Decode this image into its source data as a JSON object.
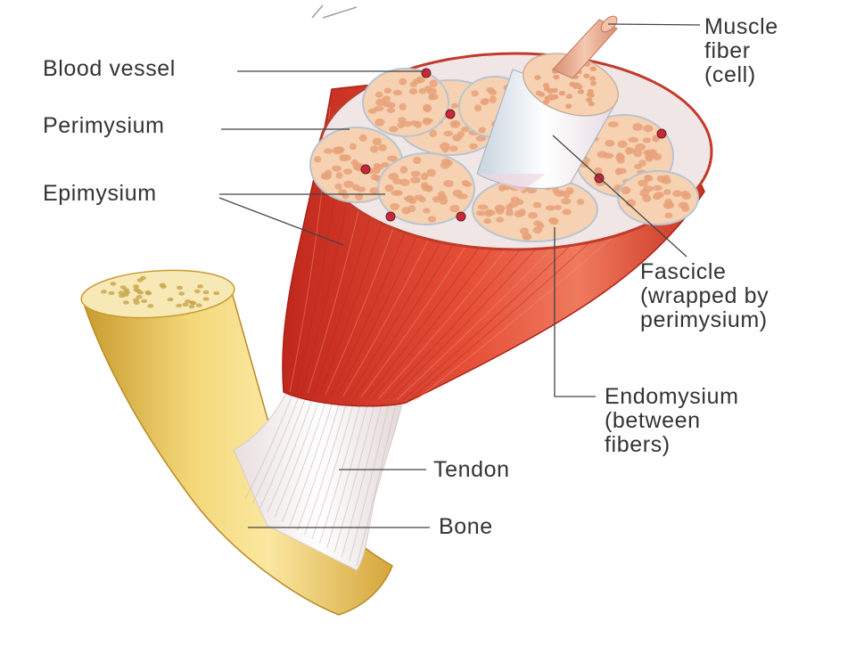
{
  "labels": {
    "blood_vessel": "Blood vessel",
    "perimysium": "Perimysium",
    "epimysium": "Epimysium",
    "muscle_fiber": [
      "Muscle",
      "fiber",
      "(cell)"
    ],
    "fascicle": [
      "Fascicle",
      "(wrapped by",
      "perimysium)"
    ],
    "endomysium": [
      "Endomysium",
      "(between",
      "fibers)"
    ],
    "tendon": "Tendon",
    "bone": "Bone"
  },
  "colors": {
    "muscle": "#e0402c",
    "muscle_dark": "#b8261c",
    "fascicle_tissue": "#f6d2b2",
    "fiber_dot": "#e8a27a",
    "fiber_cell": "#e9b59a",
    "bone": "#e6be50",
    "tendon": "#f4f0f0",
    "vessel": "#c8283a",
    "leader_line": "#444444"
  }
}
